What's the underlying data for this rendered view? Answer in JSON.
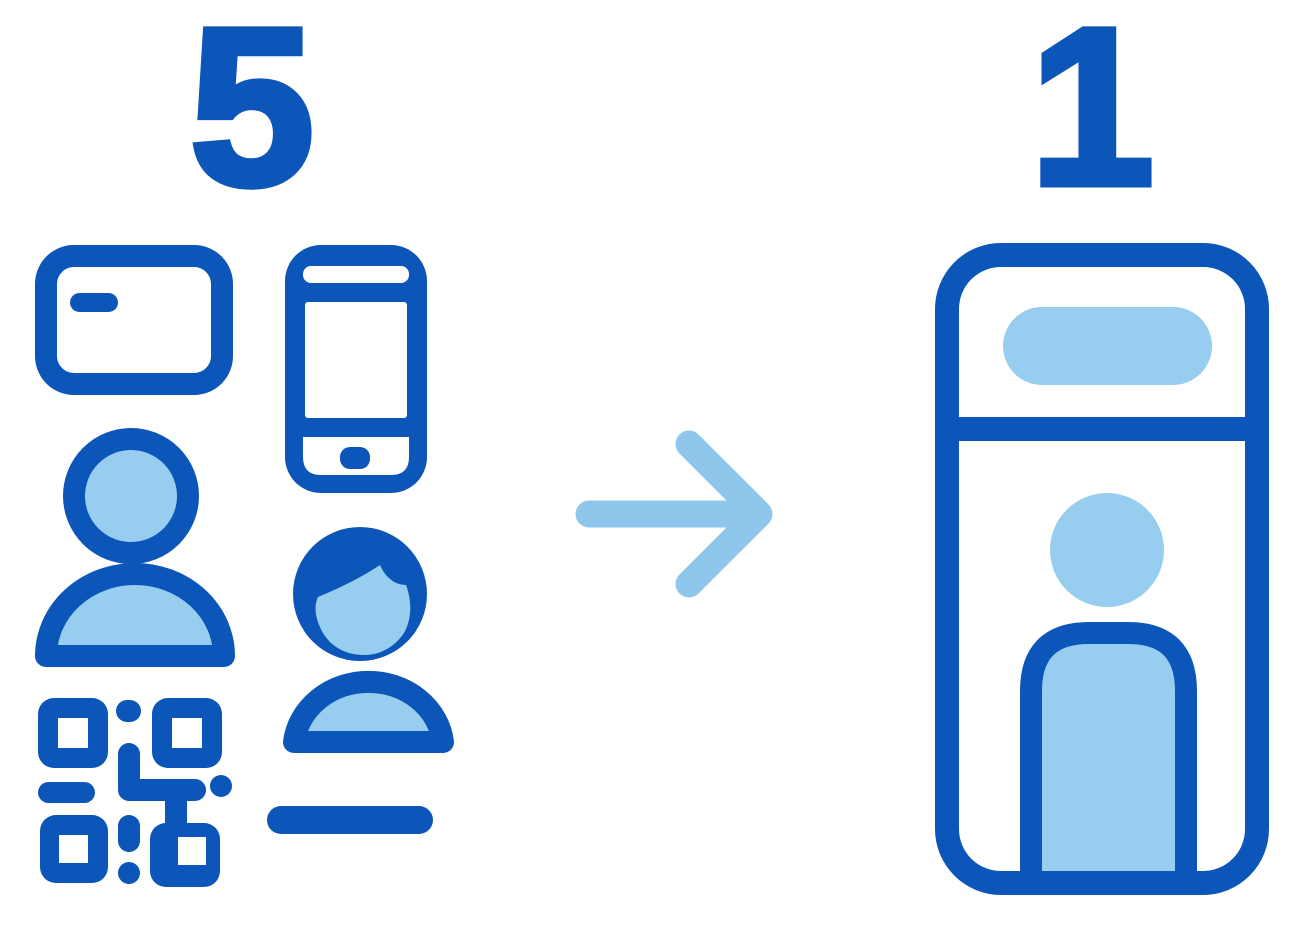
{
  "left_group": {
    "count_label": "5",
    "icons": [
      {
        "name": "id-card-icon"
      },
      {
        "name": "smartphone-icon"
      },
      {
        "name": "user-icon"
      },
      {
        "name": "user-with-hair-icon"
      },
      {
        "name": "qr-code-icon"
      },
      {
        "name": "text-line-bar"
      }
    ]
  },
  "arrow": {
    "name": "right-arrow-icon",
    "direction": "right"
  },
  "right_group": {
    "count_label": "1",
    "icons": [
      {
        "name": "kiosk-icon"
      }
    ]
  },
  "colors": {
    "dark_blue": "#0d56b9",
    "light_blue": "#97cdee",
    "arrow_blue": "#8fc7ec",
    "background": "#ffffff"
  }
}
